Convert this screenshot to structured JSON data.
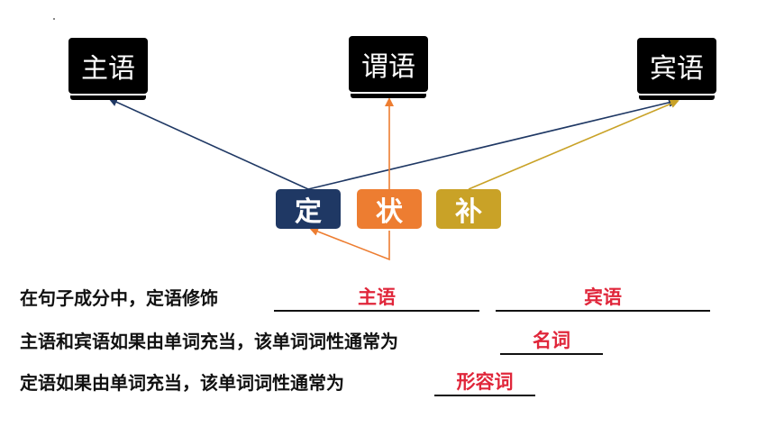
{
  "diagram": {
    "top_boxes": {
      "subject": "主语",
      "predicate": "谓语",
      "object": "宾语"
    },
    "modifiers": {
      "attributive": "定",
      "adverbial": "状",
      "complement": "补"
    },
    "colors": {
      "attributive": "#1f3864",
      "adverbial": "#ed7d31",
      "complement": "#c9a227",
      "answer": "#e0263a"
    }
  },
  "sentences": [
    {
      "text": "在句子成分中，定语修饰",
      "answers": [
        "主语",
        "宾语"
      ]
    },
    {
      "text": "主语和宾语如果由单词充当，该单词词性通常为",
      "answers": [
        "名词"
      ]
    },
    {
      "text": "定语如果由单词充当，该单词词性通常为",
      "answers": [
        "形容词"
      ]
    }
  ]
}
